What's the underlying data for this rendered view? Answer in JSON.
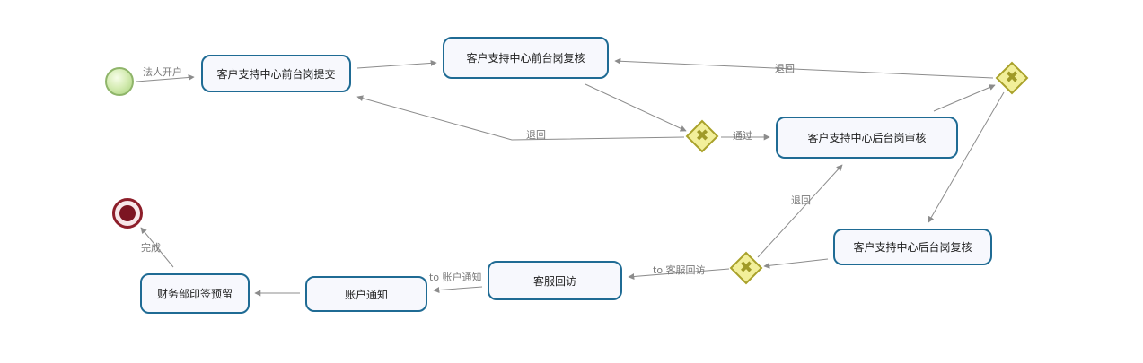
{
  "nodes": {
    "start": {
      "type": "start-event"
    },
    "end": {
      "type": "end-event"
    },
    "t1": {
      "label": "客户支持中心前台岗提交"
    },
    "t2": {
      "label": "客户支持中心前台岗复核"
    },
    "t3": {
      "label": "客户支持中心后台岗审核"
    },
    "t4": {
      "label": "客户支持中心后台岗复核"
    },
    "t5": {
      "label": "客服回访"
    },
    "t6": {
      "label": "账户通知"
    },
    "t7": {
      "label": "财务部印签预留"
    },
    "gw_top_right": {
      "type": "exclusive-gateway"
    },
    "gw_middle": {
      "type": "exclusive-gateway"
    },
    "gw_bottom": {
      "type": "exclusive-gateway"
    }
  },
  "edges": {
    "e1": {
      "label": "法人开户"
    },
    "e2": {
      "label": ""
    },
    "e3": {
      "label": ""
    },
    "e4": {
      "label": "退回"
    },
    "e5": {
      "label": "通过"
    },
    "e6": {
      "label": ""
    },
    "e7": {
      "label": "退回"
    },
    "e8": {
      "label": ""
    },
    "e9": {
      "label": "to 客服回访"
    },
    "e10": {
      "label": "退回"
    },
    "e11": {
      "label": "to 账户通知"
    },
    "e12": {
      "label": ""
    },
    "e13": {
      "label": "完成"
    }
  },
  "colors": {
    "task_border": "#1f6b94",
    "task_fill": "#f7f8fd",
    "gateway_fill": "#f2ef9a",
    "gateway_border": "#a9a12b",
    "start_fill": "#d7edb6",
    "end_border": "#8d1e2a",
    "edge": "#8c8c8c",
    "edge_label": "#7a7a7a"
  },
  "icons": {
    "gateway_marker": "x-icon"
  }
}
